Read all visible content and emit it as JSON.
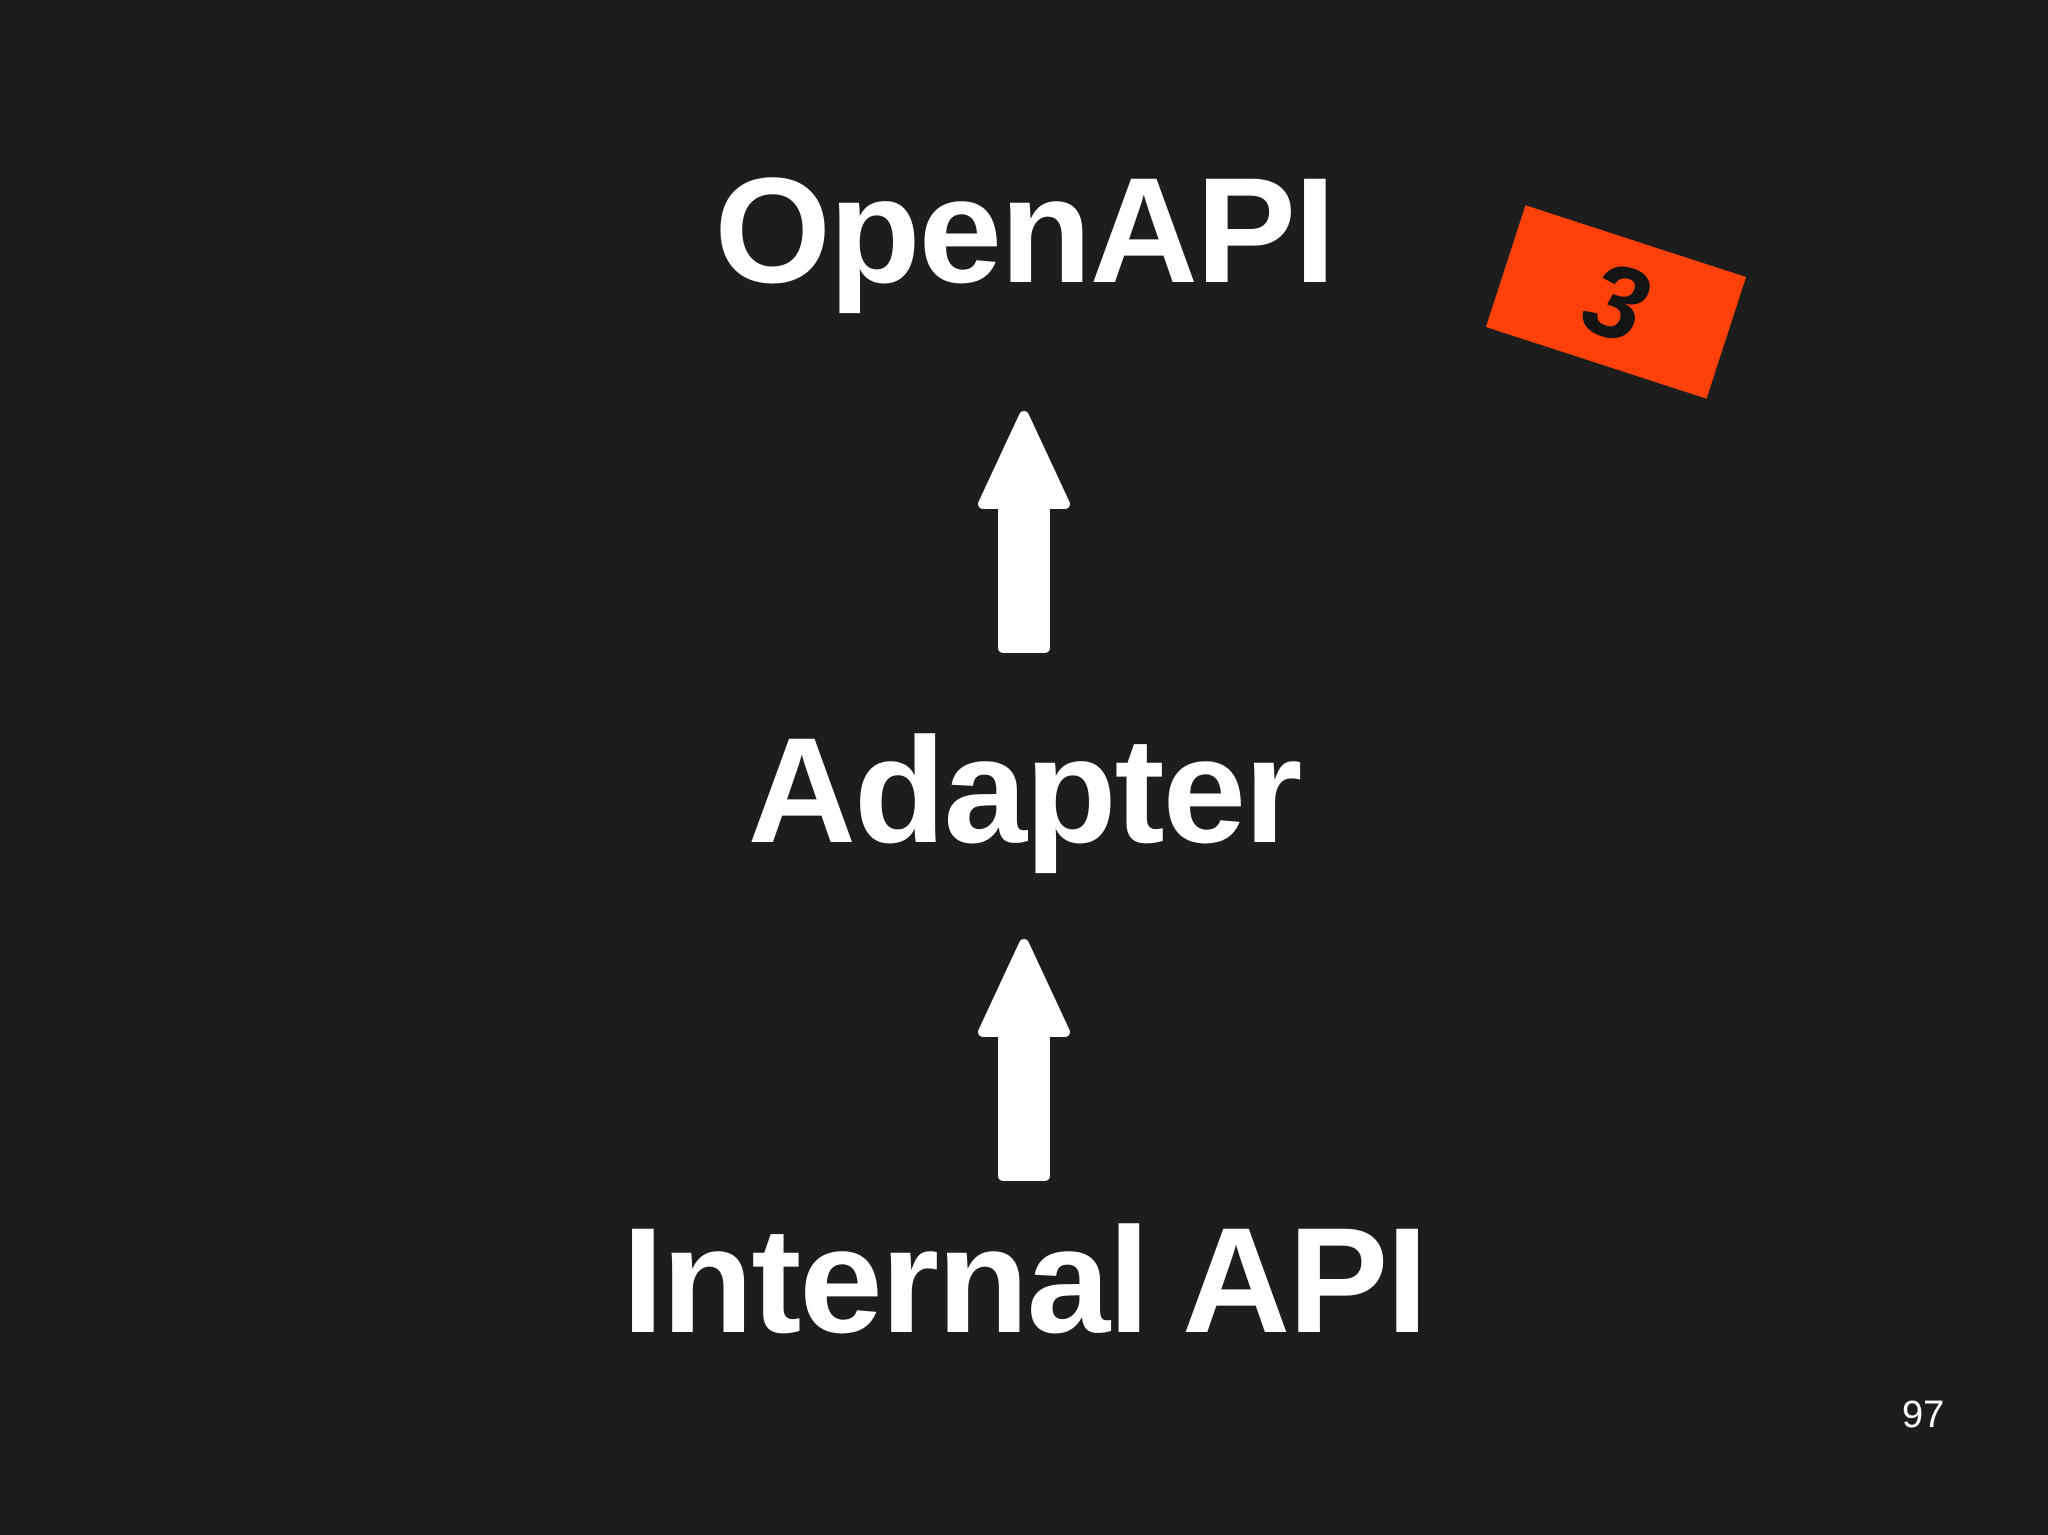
{
  "slide": {
    "kind": "presentation-slide",
    "labels": {
      "top": "OpenAPI",
      "middle": "Adapter",
      "bottom": "Internal API"
    },
    "badge": {
      "number": "3"
    },
    "page_number": "97",
    "arrows": [
      {
        "name": "arrow-up-icon",
        "from": "Adapter",
        "to": "OpenAPI"
      },
      {
        "name": "arrow-up-icon",
        "from": "Internal API",
        "to": "Adapter"
      }
    ]
  },
  "colors": {
    "background": "#1d1d1d",
    "text": "#ffffff",
    "arrow": "#ffffff",
    "badge_bg": "#ff4109",
    "badge_text": "#141414"
  }
}
